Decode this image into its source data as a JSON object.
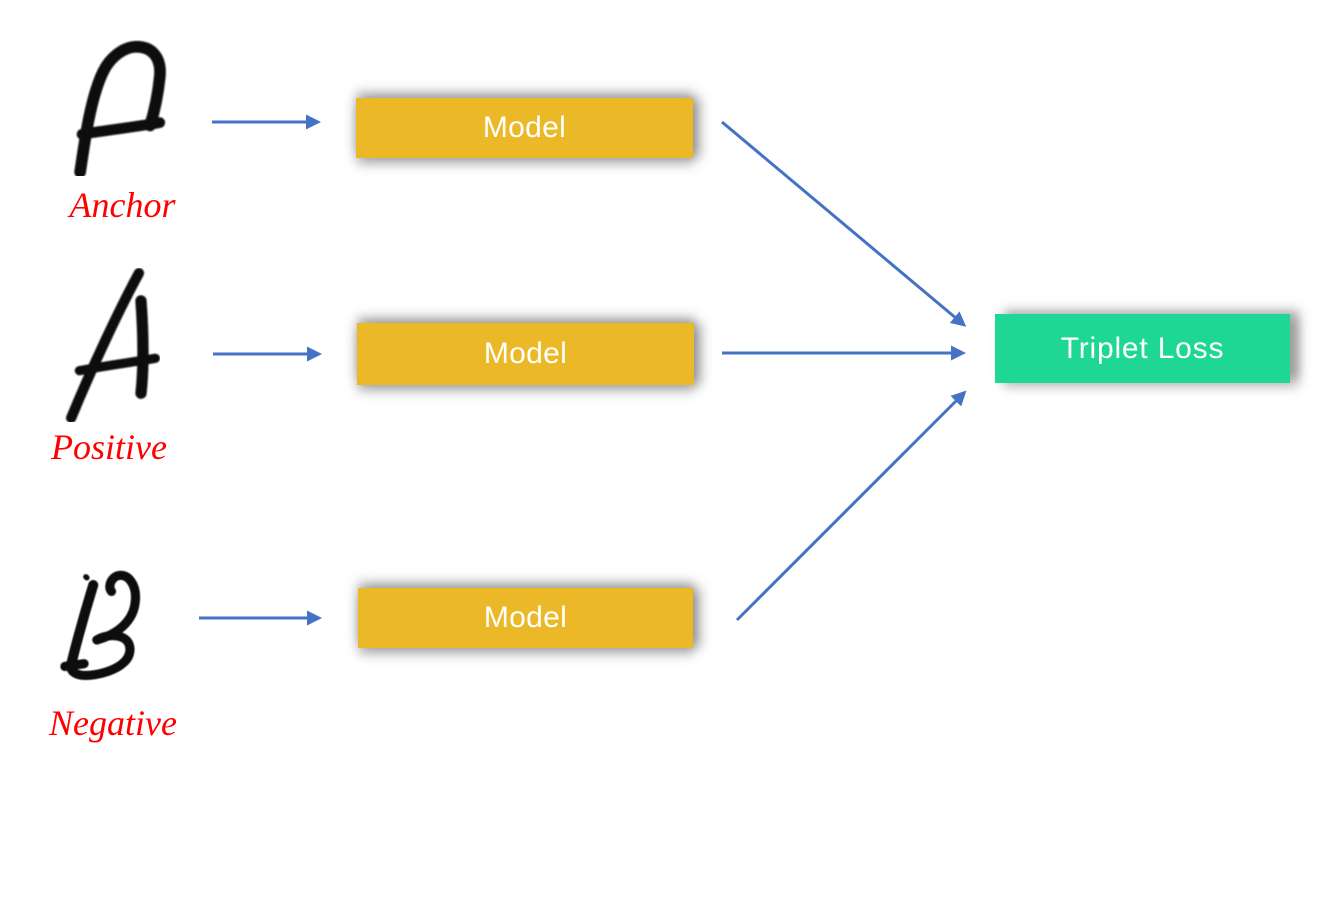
{
  "inputs": [
    {
      "id": "anchor",
      "label": "Anchor",
      "letter": "A"
    },
    {
      "id": "positive",
      "label": "Positive",
      "letter": "A"
    },
    {
      "id": "negative",
      "label": "Negative",
      "letter": "B"
    }
  ],
  "model_boxes": [
    {
      "label": "Model"
    },
    {
      "label": "Model"
    },
    {
      "label": "Model"
    }
  ],
  "output_box": {
    "label": "Triplet Loss"
  },
  "colors": {
    "model_box_fill": "#EBB927",
    "output_box_fill": "#1FD795",
    "arrow": "#4472C4",
    "input_label_text": "#FF0000",
    "box_text": "#FFFFFF",
    "letter_ink": "#0A0A0A",
    "background": "#FFFFFF"
  }
}
